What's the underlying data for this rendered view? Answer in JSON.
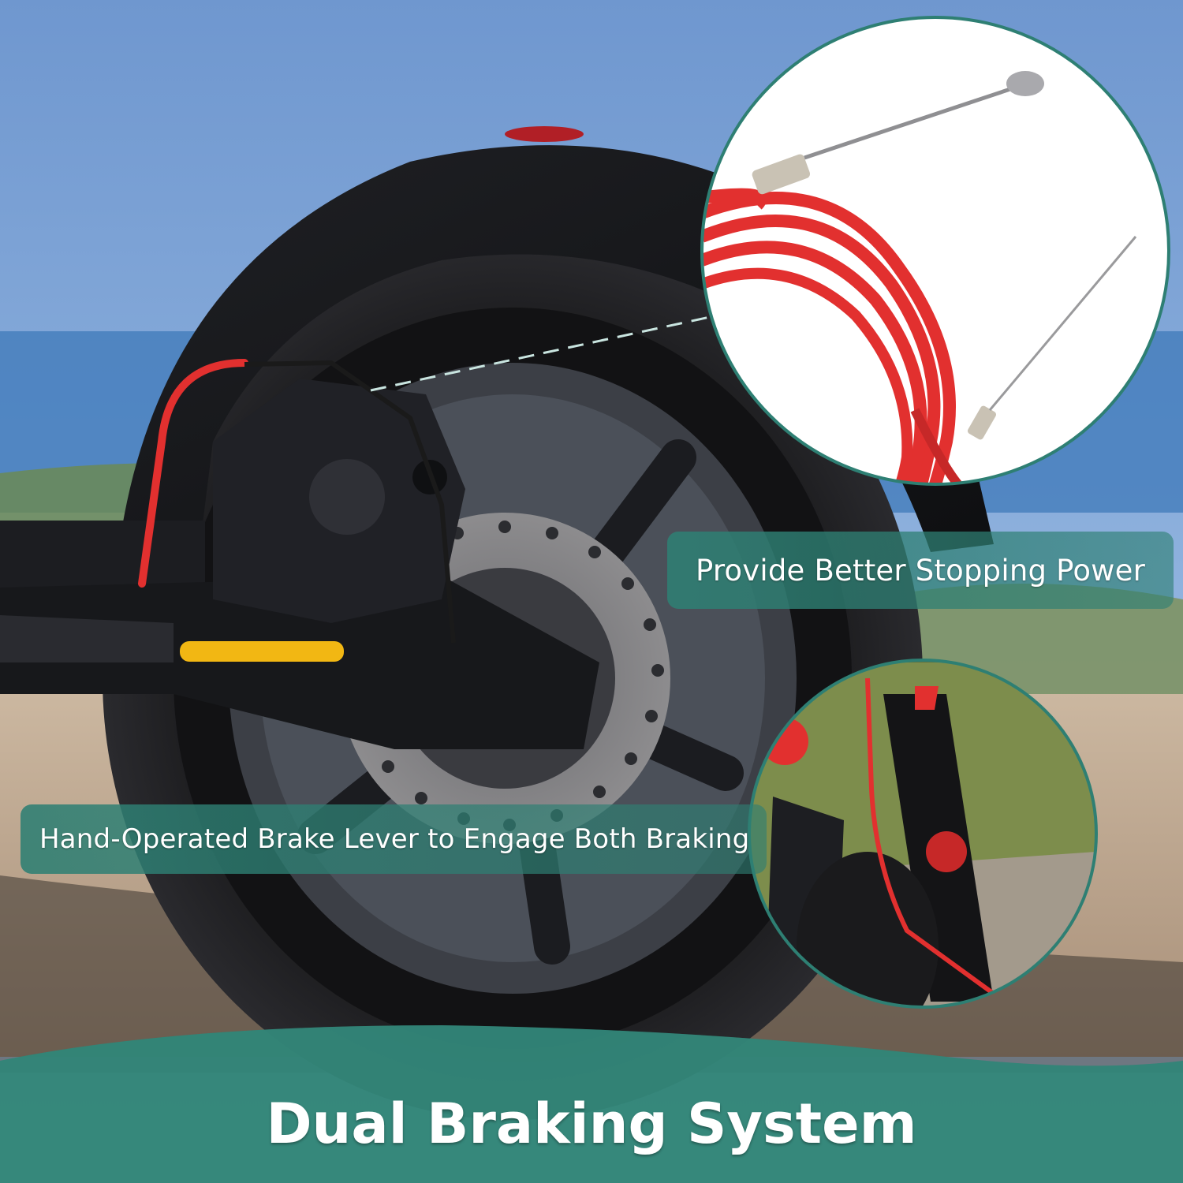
{
  "colors": {
    "teal_accent": "#2e7f73",
    "cable_red": "#e2302f",
    "sky_blue": "#7aa3d4",
    "reflector_yellow": "#f2b713"
  },
  "callouts": {
    "stopping_power": "Provide Better Stopping Power",
    "brake_lever": "Hand-Operated Brake Lever to Engage Both Braking"
  },
  "headline": "Dual Braking System"
}
